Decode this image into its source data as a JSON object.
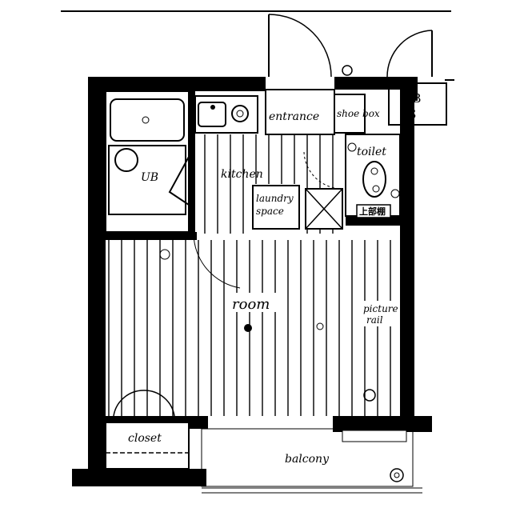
{
  "floorplan": {
    "labels": {
      "unit_bath": "UB",
      "kitchen": "kitchen",
      "entrance": "entrance",
      "shoe_box": "shoe box",
      "toilet": "toilet",
      "laundry": "laundry",
      "laundry_sub": "space",
      "upper_storage": "上部棚",
      "room": "room",
      "picture_rail": "picture",
      "picture_rail_2": "rail",
      "closet": "closet",
      "balcony": "balcony",
      "mb": "MB",
      "ps": "PS"
    },
    "colors": {
      "ink": "#000000",
      "paper": "#ffffff"
    },
    "icons": [
      "bathtub-icon",
      "sink-icon",
      "stove-icon",
      "toilet-icon",
      "ceiling-light-icon",
      "ac-unit-icon",
      "drain-icon"
    ]
  }
}
